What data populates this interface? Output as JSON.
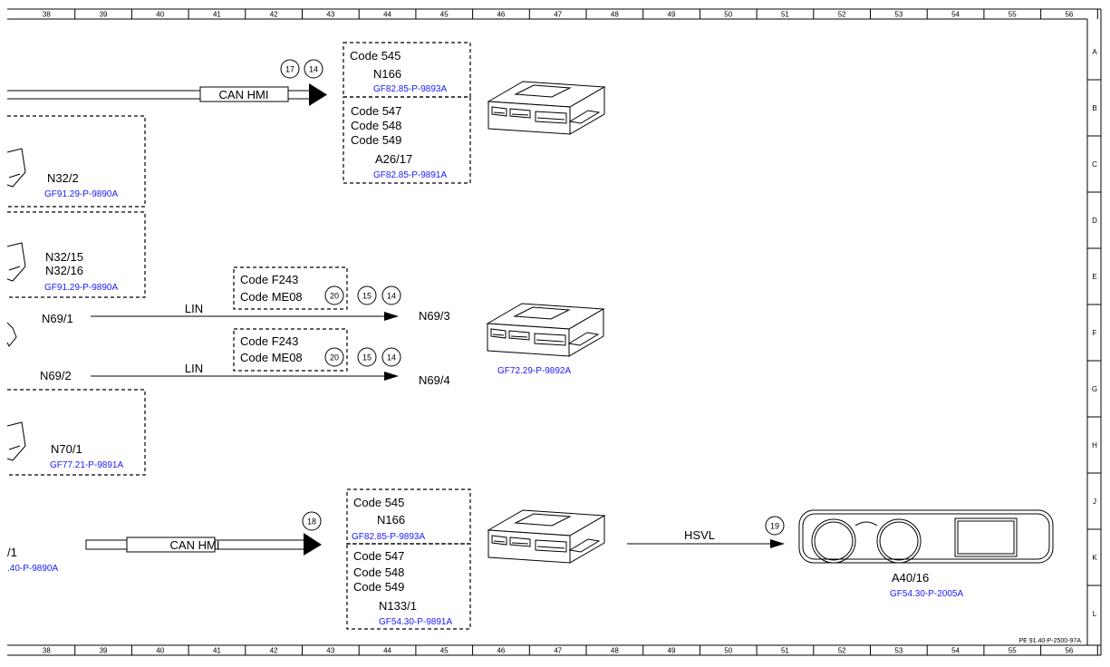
{
  "grid": {
    "columns": [
      "38",
      "39",
      "40",
      "41",
      "42",
      "43",
      "44",
      "45",
      "46",
      "47",
      "48",
      "49",
      "50",
      "51",
      "52",
      "53",
      "54",
      "55",
      "56"
    ],
    "rows": [
      "A",
      "B",
      "C",
      "D",
      "E",
      "F",
      "G",
      "H",
      "J",
      "K",
      "L"
    ]
  },
  "doc_id": "PE 91.40-P-2500-97A",
  "left_partial": {
    "n32_2": {
      "label": "N32/2",
      "ref": "GF91.29-P-9890A"
    },
    "n32_15_16": {
      "label1": "N32/15",
      "label2": "N32/16",
      "ref": "GF91.29-P-9890A"
    },
    "n69_1": "N69/1",
    "n69_2": "N69/2",
    "n70_1": {
      "label": "N70/1",
      "ref": "GF77.21-P-9891A"
    },
    "bottom_partial_label": "/1",
    "bottom_partial_ref": ".40-P-9890A"
  },
  "top_can": {
    "label": "CAN HMI",
    "circles": [
      "17",
      "14"
    ]
  },
  "top_box": {
    "upper": {
      "code": "Code 545",
      "label": "N166",
      "ref": "GF82.85-P-9893A"
    },
    "lower": {
      "codes": [
        "Code 547",
        "Code 548",
        "Code 549"
      ],
      "label": "A26/17",
      "ref": "GF82.85-P-9891A"
    }
  },
  "lin1": {
    "codes": [
      "Code F243",
      "Code ME08"
    ],
    "circles": [
      "20",
      "15",
      "14"
    ],
    "line_label": "LIN",
    "target": "N69/3"
  },
  "lin2": {
    "codes": [
      "Code F243",
      "Code ME08"
    ],
    "circles": [
      "20",
      "15",
      "14"
    ],
    "line_label": "LIN",
    "target": "N69/4"
  },
  "mid_ref": "GF72.29-P-9892A",
  "bottom_can": {
    "label": "CAN HMI",
    "circles": [
      "18"
    ]
  },
  "bottom_box": {
    "upper": {
      "code": "Code 545",
      "label": "N166",
      "ref": "GF82.85-P-9893A"
    },
    "lower": {
      "codes": [
        "Code 547",
        "Code 548",
        "Code 549"
      ],
      "label": "N133/1",
      "ref": "GF54.30-P-9891A"
    }
  },
  "hsvl": {
    "label": "HSVL",
    "circle": "19"
  },
  "cluster": {
    "label": "A40/16",
    "ref": "GF54.30-P-2005A"
  }
}
